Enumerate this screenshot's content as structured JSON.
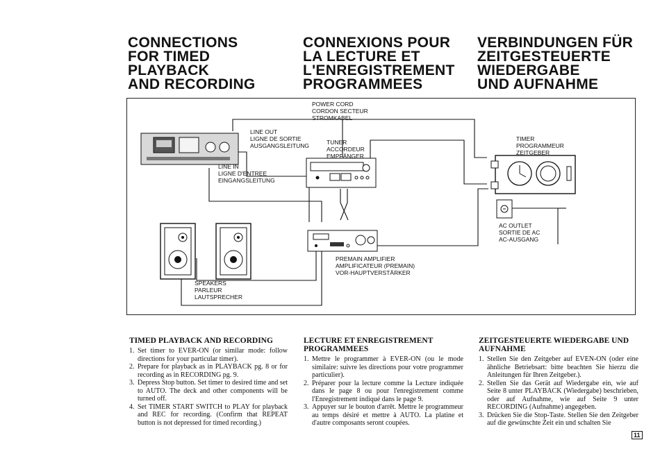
{
  "headings": {
    "en": [
      "CONNECTIONS",
      "FOR TIMED",
      "PLAYBACK",
      "AND RECORDING"
    ],
    "fr": [
      "CONNEXIONS POUR",
      "LA LECTURE ET",
      "L'ENREGISTREMENT",
      "PROGRAMMEES"
    ],
    "de": [
      "VERBINDUNGEN FÜR",
      "ZEITGESTEUERTE",
      "WIEDERGABE",
      "UND AUFNAHME"
    ]
  },
  "diagram": {
    "power_cord": [
      "POWER CORD",
      "CORDON SECTEUR",
      "STROMKABEL"
    ],
    "line_out": [
      "LINE OUT",
      "LIGNE DE SORTIE",
      "AUSGANGSLEITUNG"
    ],
    "line_in": [
      "LINE IN",
      "LIGNE D'ENTREE",
      "EINGANGSLEITUNG"
    ],
    "tuner": [
      "TUNER",
      "ACCORDEUR",
      "EMPFÄNGER"
    ],
    "timer": [
      "TIMER",
      "PROGRAMMEUR",
      "ZEITGEBER"
    ],
    "ac_outlet": [
      "AC OUTLET",
      "SORTIE DE AC",
      "AC-AUSGANG"
    ],
    "premain": [
      "PREMAIN AMPLIFIER",
      "AMPLIFICATEUR (PREMAIN)",
      "VOR-HAUPTVERSTÄRKER"
    ],
    "speakers": [
      "SPEAKERS",
      "PARLEUR",
      "LAUTSPRECHER"
    ]
  },
  "columns": {
    "en": {
      "title": "TIMED PLAYBACK AND RECORDING",
      "items": [
        {
          "num": "1.",
          "text": "Set timer to EVER-ON (or similar mode: follow directions for your particular timer)."
        },
        {
          "num": "2.",
          "text": "Prepare for playback as in PLAYBACK pg. 8 or for recording as in RECORDING pg. 9."
        },
        {
          "num": "3.",
          "text": "Depress Stop button. Set timer to desired time and set to AUTO. The deck and other components will be turned off."
        },
        {
          "num": "4.",
          "text": "Set TIMER START SWITCH to PLAY for playback and REC for recording. (Confirm that REPEAT button is not depressed for timed recording.)"
        }
      ]
    },
    "fr": {
      "title": "LECTURE ET ENREGISTREMENT PROGRAMMEES",
      "items": [
        {
          "num": "1.",
          "text": "Mettre le programmer à EVER-ON (ou le mode similaire: suivre les directions pour votre programmer particulier)."
        },
        {
          "num": "2.",
          "text": "Préparer pour la lecture comme la Lecture indiquée dans le page 8 ou pour l'enregistrement comme l'Enregistrement indiqué dans le page 9."
        },
        {
          "num": "3.",
          "text": "Appuyer sur le bouton d'arrêt. Mettre le programmeur au temps désiré et mettre à AUTO. La platine et d'autre composants seront coupées."
        }
      ]
    },
    "de": {
      "title": "ZEITGESTEUERTE WIEDERGABE UND AUFNAHME",
      "items": [
        {
          "num": "1.",
          "text": "Stellen Sie den Zeitgeber auf EVEN-ON (oder eine ähnliche Betriebsart: bitte beachten Sie hierzu die Anleitungen für Ihren Zeitgeber.)."
        },
        {
          "num": "2.",
          "text": "Stellen Sie das Gerät auf Wiedergabe ein, wie auf Seite 8 unter PLAYBACK (Wiedergabe) beschrieben, oder auf Aufnahme, wie auf Seite 9 unter RECORDING (Aufnahme) angegeben."
        },
        {
          "num": "3.",
          "text": "Drücken Sie die Stop-Taste. Stellen Sie den Zeitgeber auf die gewünschte Zeit ein und schalten Sie"
        }
      ]
    }
  },
  "page_number": "11"
}
